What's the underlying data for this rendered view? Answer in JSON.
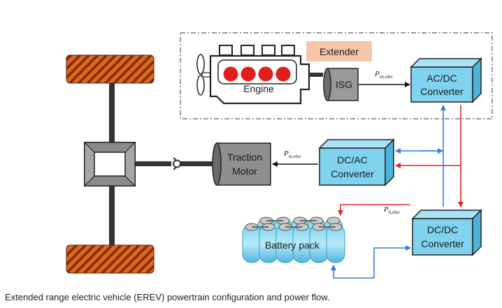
{
  "labels": {
    "extender": "Extender",
    "engine": "Engine",
    "isg": "ISG",
    "acdc_line1": "AC/DC",
    "acdc_line2": "Converter",
    "traction_line1": "Traction",
    "traction_line2": "Motor",
    "dcac_line1": "DC/AC",
    "dcac_line2": "Converter",
    "dcdc_line1": "DC/DC",
    "dcdc_line2": "Converter",
    "battery": "Battery pack"
  },
  "power_labels": {
    "ex_main": "P",
    "ex_sub": "ex,elec",
    "m_main": "P",
    "m_sub": "m,elec",
    "b_main": "P",
    "b_sub": "b,elec"
  },
  "caption": "Extended range electric vehicle (EREV) powertrain configuration and power flow.",
  "colors": {
    "tire": "#e1661c",
    "tire_hatch": "#7a2e0b",
    "converter": "#7fd3ef",
    "extender_label_bg": "#f7c6a8",
    "piston": "#e21d1d",
    "isg": "#9a9a9a",
    "motor": "#8f8f8f",
    "battery": "#7fd3ef",
    "arrow_red": "#e0261f",
    "arrow_blue": "#2f7ee0"
  }
}
